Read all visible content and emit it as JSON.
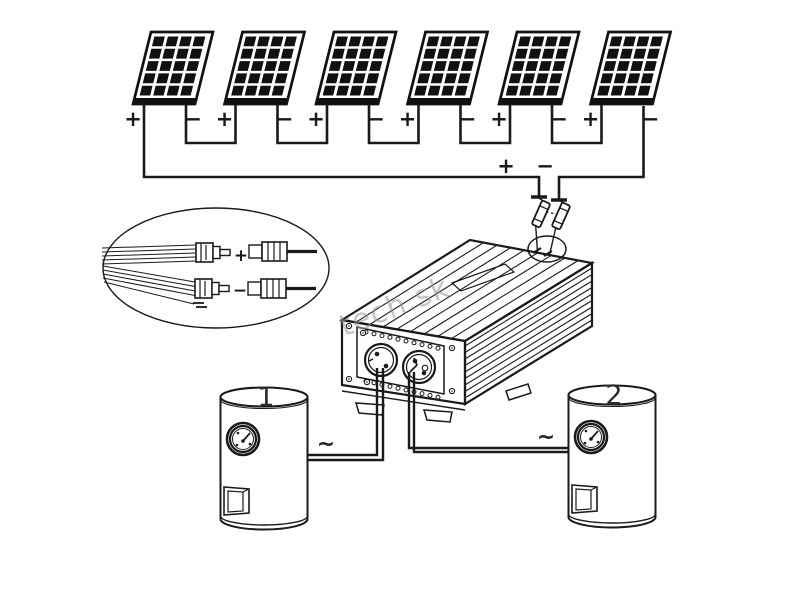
{
  "diagram": {
    "watermark": "tech.sk",
    "panel_count": 6,
    "labels": {
      "plus": "+",
      "minus": "−",
      "ac": "~",
      "boiler_1": "1",
      "boiler_2": "2"
    },
    "colors": {
      "line": "#1a1a1a",
      "background": "#ffffff",
      "watermark": "#999999"
    }
  }
}
